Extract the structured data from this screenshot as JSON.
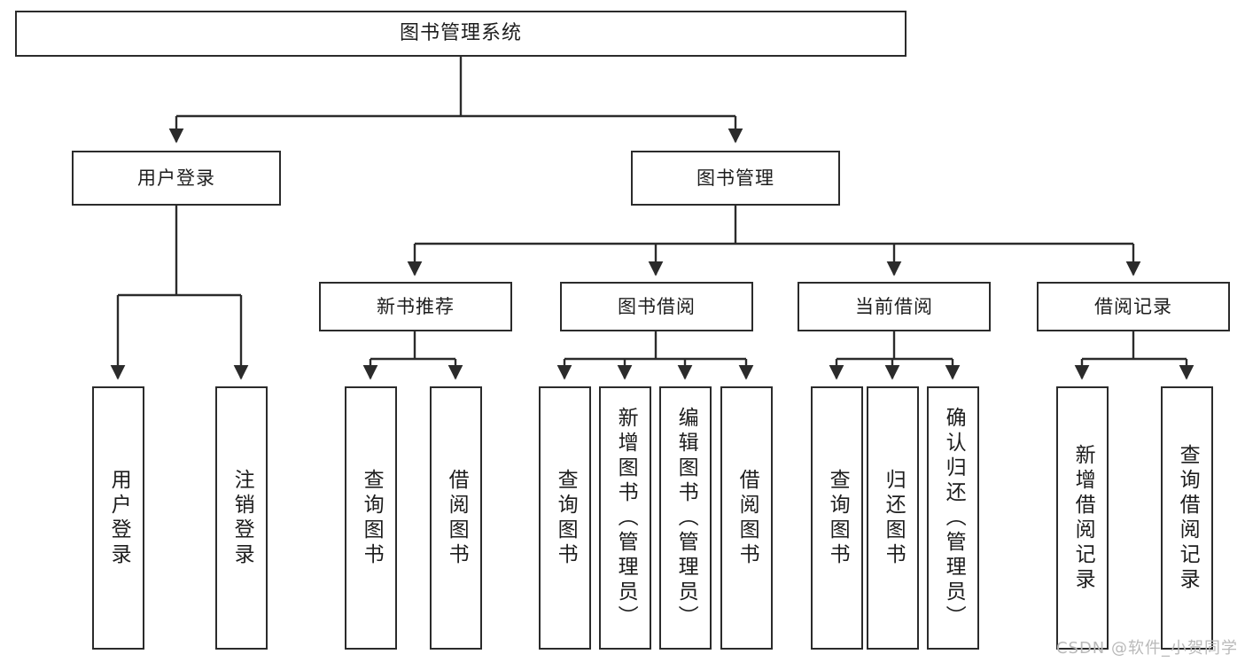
{
  "diagram": {
    "title": "图书管理系统",
    "type": "hierarchy-tree",
    "watermark": "CSDN @软件_小贺同学",
    "colors": {
      "box_border": "#2b2b2b",
      "box_fill": "#ffffff",
      "connector": "#2b2b2b",
      "text": "#1d1d1d",
      "watermark": "#b9b9b9"
    },
    "nodes": {
      "root": {
        "label": "图书管理系统"
      },
      "level2": [
        {
          "label": "用户登录"
        },
        {
          "label": "图书管理"
        }
      ],
      "level3": [
        {
          "label": "新书推荐"
        },
        {
          "label": "图书借阅"
        },
        {
          "label": "当前借阅"
        },
        {
          "label": "借阅记录"
        }
      ],
      "leaves": {
        "user_login": [
          {
            "label": "用户登录"
          },
          {
            "label": "注销登录"
          }
        ],
        "new_book": [
          {
            "label": "查询图书"
          },
          {
            "label": "借阅图书"
          }
        ],
        "book_borrow": [
          {
            "label": "查询图书"
          },
          {
            "label": "新增图书（管理员）"
          },
          {
            "label": "编辑图书（管理员）"
          },
          {
            "label": "借阅图书"
          }
        ],
        "current_borrow": [
          {
            "label": "查询图书"
          },
          {
            "label": "归还图书"
          },
          {
            "label": "确认归还（管理员）"
          }
        ],
        "borrow_record": [
          {
            "label": "新增借阅记录"
          },
          {
            "label": "查询借阅记录"
          }
        ]
      }
    }
  }
}
